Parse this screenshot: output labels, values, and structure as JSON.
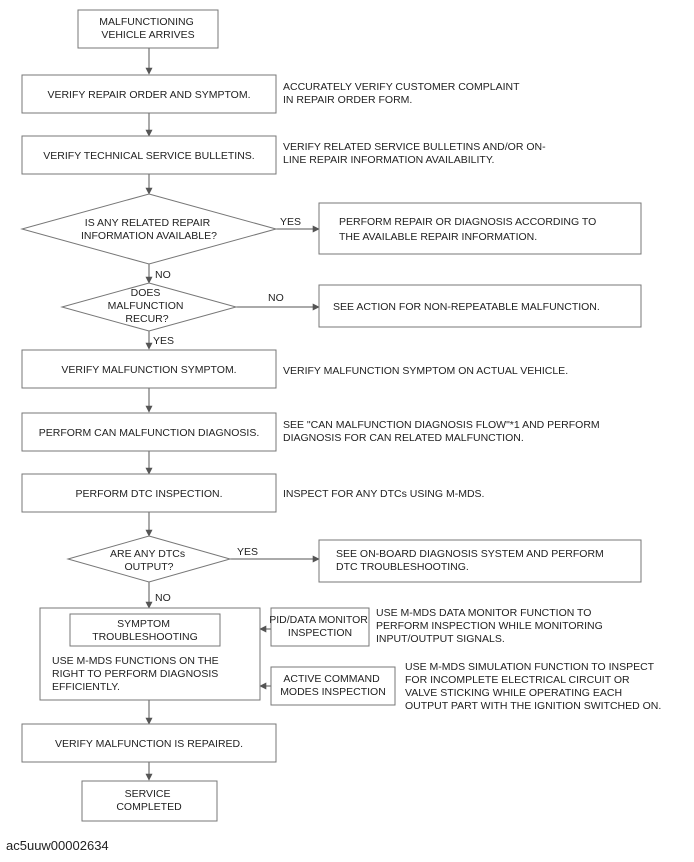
{
  "nodes": {
    "start": [
      "MALFUNCTIONING",
      "VEHICLE ARRIVES"
    ],
    "verify_repair": [
      "VERIFY REPAIR ORDER AND SYMPTOM."
    ],
    "verify_tsb": [
      "VERIFY TECHNICAL SERVICE BULLETINS."
    ],
    "q_repair_info": [
      "IS ANY RELATED REPAIR",
      "INFORMATION AVAILABLE?"
    ],
    "perform_repair": [
      "PERFORM REPAIR OR DIAGNOSIS ACCORDING TO",
      "THE AVAILABLE REPAIR INFORMATION."
    ],
    "q_recur": [
      "DOES",
      "MALFUNCTION",
      "RECUR?"
    ],
    "non_repeat": [
      "SEE ACTION FOR NON-REPEATABLE MALFUNCTION."
    ],
    "verify_symptom": [
      "VERIFY MALFUNCTION SYMPTOM."
    ],
    "can_diag": [
      "PERFORM CAN MALFUNCTION DIAGNOSIS."
    ],
    "dtc_inspect": [
      "PERFORM DTC INSPECTION."
    ],
    "q_dtc": [
      "ARE ANY DTCs",
      "OUTPUT?"
    ],
    "onboard": [
      "SEE ON-BOARD DIAGNOSIS SYSTEM AND PERFORM",
      "DTC TROUBLESHOOTING."
    ],
    "symptom_title": [
      "SYMPTOM",
      "TROUBLESHOOTING"
    ],
    "symptom_body": [
      "USE M-MDS FUNCTIONS ON THE",
      "RIGHT TO PERFORM DIAGNOSIS",
      "EFFICIENTLY."
    ],
    "pid": [
      "PID/DATA MONITOR",
      "INSPECTION"
    ],
    "active": [
      "ACTIVE COMMAND",
      "MODES INSPECTION"
    ],
    "verify_repaired": [
      "VERIFY MALFUNCTION IS REPAIRED."
    ],
    "end": [
      "SERVICE",
      "COMPLETED"
    ]
  },
  "notes": {
    "verify_repair": [
      "ACCURATELY VERIFY CUSTOMER COMPLAINT",
      "IN REPAIR ORDER FORM."
    ],
    "verify_tsb": [
      "VERIFY RELATED SERVICE BULLETINS AND/OR ON-",
      "LINE REPAIR INFORMATION AVAILABILITY."
    ],
    "verify_symptom": [
      "VERIFY MALFUNCTION SYMPTOM ON ACTUAL VEHICLE."
    ],
    "can_diag": [
      "SEE \"CAN MALFUNCTION DIAGNOSIS FLOW\"*1 AND PERFORM",
      "DIAGNOSIS FOR CAN RELATED MALFUNCTION."
    ],
    "dtc_inspect": [
      "INSPECT FOR ANY DTCs USING M-MDS."
    ],
    "pid": [
      "USE M-MDS DATA MONITOR FUNCTION TO",
      "PERFORM INSPECTION WHILE MONITORING",
      "INPUT/OUTPUT SIGNALS."
    ],
    "active": [
      "USE M-MDS SIMULATION FUNCTION TO INSPECT",
      "FOR INCOMPLETE ELECTRICAL CIRCUIT OR",
      "VALVE STICKING WHILE OPERATING EACH",
      "OUTPUT PART WITH THE IGNITION SWITCHED ON."
    ]
  },
  "edge_labels": {
    "yes": "YES",
    "no": "NO"
  },
  "caption": "ac5uuw00002634"
}
